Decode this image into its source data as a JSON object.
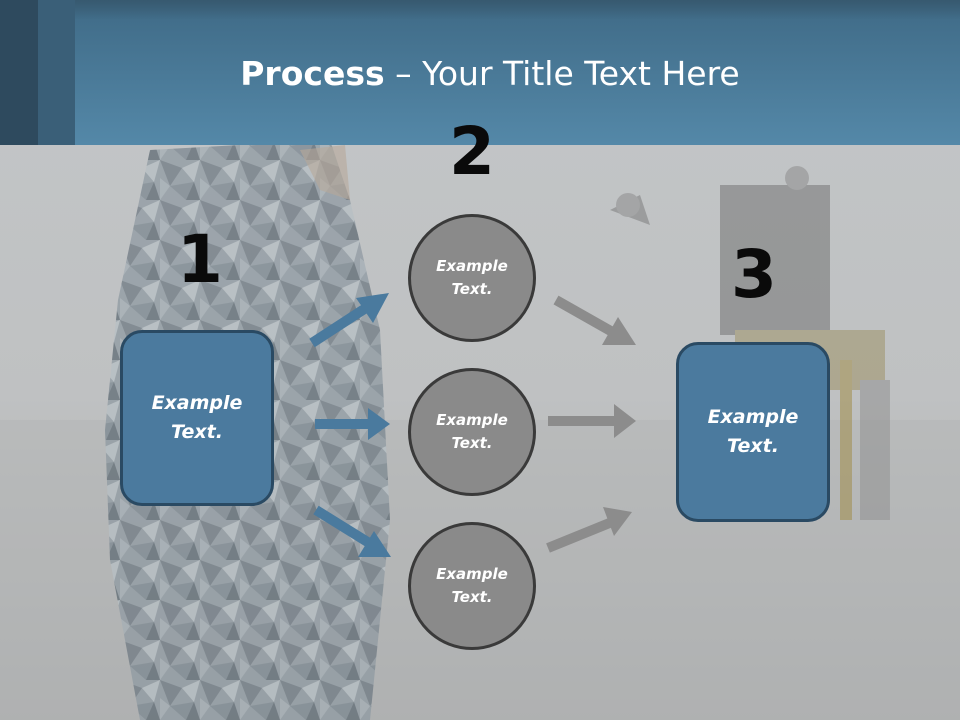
{
  "title": {
    "bold": "Process",
    "rest": " – Your Title Text Here"
  },
  "steps": {
    "one": "1",
    "two": "2",
    "three": "3"
  },
  "left_box": {
    "line1": "Example",
    "line2": "Text."
  },
  "right_box": {
    "line1": "Example",
    "line2": "Text."
  },
  "circles": [
    {
      "line1": "Example",
      "line2": "Text."
    },
    {
      "line1": "Example",
      "line2": "Text."
    },
    {
      "line1": "Example",
      "line2": "Text."
    }
  ],
  "colors": {
    "header": "#4f82a3",
    "box": "#4b7a9e",
    "circle": "#8a8a8a",
    "arrow_blue": "#4a7a9e",
    "arrow_grey": "#8c8c8c"
  }
}
